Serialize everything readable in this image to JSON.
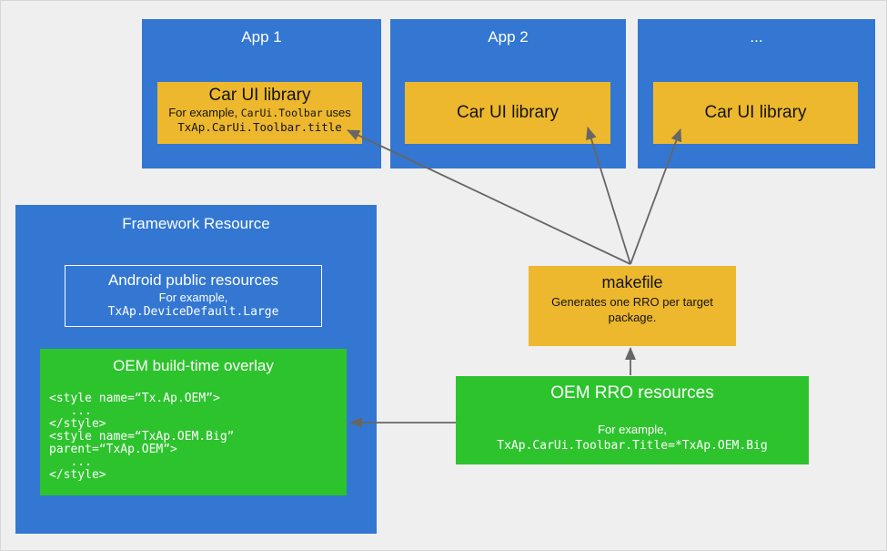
{
  "colors": {
    "blue": "#3377d2",
    "yellow": "#edb82d",
    "green": "#2dc32d",
    "background": "#efefef",
    "border": "#d6d6d6",
    "arrow": "#666666",
    "text-on-dark": "#ffffff",
    "text-on-yellow": "#141414"
  },
  "apps": [
    {
      "title": "App 1",
      "library": {
        "title": "Car UI library",
        "example_prefix": "For example, ",
        "example_code": "CarUi.Toolbar",
        "example_suffix": " uses",
        "example_line2": "TxAp.CarUi.Toolbar.title"
      }
    },
    {
      "title": "App 2",
      "library": {
        "title": "Car UI library"
      }
    },
    {
      "title": "...",
      "library": {
        "title": "Car UI library"
      }
    }
  ],
  "framework": {
    "title": "Framework Resource",
    "public_resources": {
      "title": "Android public resources",
      "example_label": "For example,",
      "example_code": "TxAp.DeviceDefault.Large"
    },
    "oem_overlay": {
      "title": "OEM build-time overlay",
      "code_lines": [
        "<style name=“Tx.Ap.OEM”>",
        "   ...",
        "</style>",
        "<style name=“TxAp.OEM.Big”",
        "parent=“TxAp.OEM”>",
        "   ...",
        "</style>"
      ]
    }
  },
  "makefile": {
    "title": "makefile",
    "description": "Generates one RRO per target package."
  },
  "oem_rro": {
    "title": "OEM RRO resources",
    "example_label": "For example,",
    "example_code": "TxAp.CarUi.Toolbar.Title=*TxAp.OEM.Big"
  }
}
